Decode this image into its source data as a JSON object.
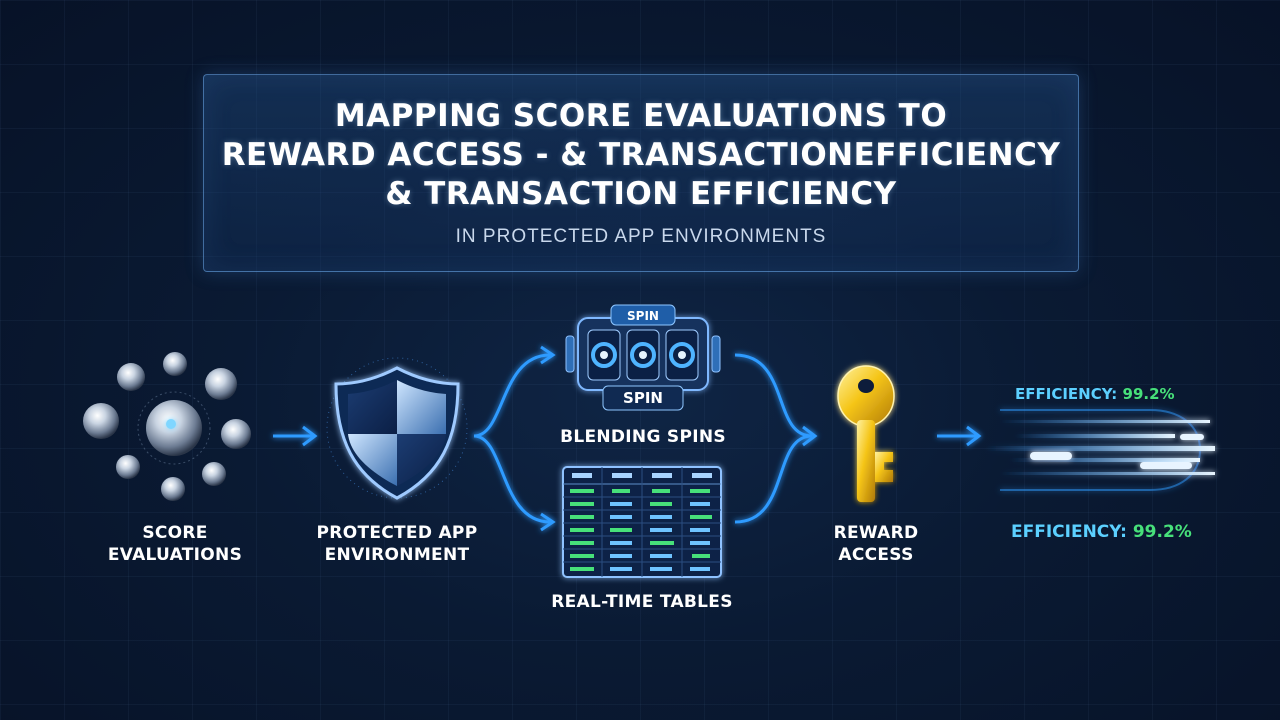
{
  "title": {
    "line1": "MAPPING SCORE EVALUATIONS TO",
    "line2": "REWARD ACCESS - & TRANSACTIONEFFICIENCY",
    "line3": "& TRANSACTION EFFICIENCY",
    "subtitle": "IN PROTECTED APP ENVIRONMENTS"
  },
  "nodes": {
    "score": {
      "line1": "SCORE",
      "line2": "EVALUATIONS"
    },
    "protected": {
      "line1": "PROTECTED APP",
      "line2": "ENVIRONMENT"
    },
    "spins": {
      "label": "BLENDING SPINS",
      "badge_top": "SPIN",
      "badge_bottom": "SPIN"
    },
    "tables": {
      "label": "REAL-TIME TABLES"
    },
    "reward": {
      "line1": "REWARD",
      "line2": "ACCESS"
    }
  },
  "efficiency": {
    "top": {
      "key": "EFFICIENCY:",
      "value": "99.2%"
    },
    "bottom": {
      "key": "EFFICIENCY:",
      "value": "99.2%"
    }
  },
  "colors": {
    "accent": "#2f9bff",
    "green": "#47e07a",
    "key_gold": "#f5c518"
  }
}
